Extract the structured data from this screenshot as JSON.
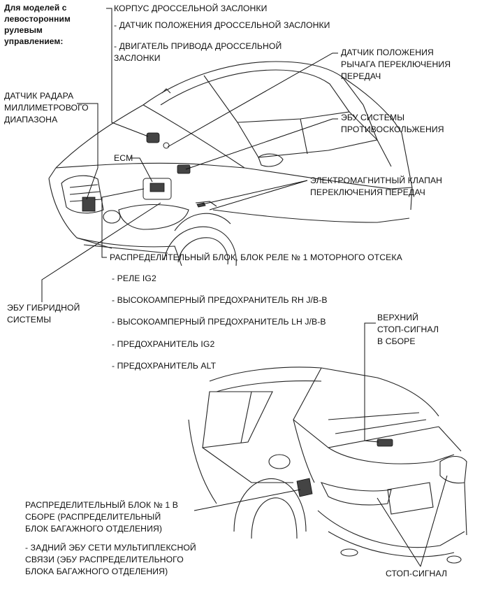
{
  "labels": {
    "note": "Для моделей с\nлевосторонним\nрулевым\nуправлением:",
    "throttle_body": "КОРПУС ДРОССЕЛЬНОЙ ЗАСЛОНКИ",
    "throttle_sensor": "- ДАТЧИК ПОЛОЖЕНИЯ ДРОССЕЛЬНОЙ ЗАСЛОНКИ",
    "throttle_motor": "- ДВИГАТЕЛЬ ПРИВОДА ДРОССЕЛЬНОЙ\nЗАСЛОНКИ",
    "shift_lever_sensor": "ДАТЧИК ПОЛОЖЕНИЯ\nРЫЧАГА ПЕРЕКЛЮЧЕНИЯ\nПЕРЕДАЧ",
    "radar_sensor": "ДАТЧИК РАДАРА\nМИЛЛИМЕТРОВОГО\nДИАПАЗОНА",
    "skid_ecu": "ЭБУ СИСТЕМЫ\nПРОТИВОСКОЛЬЖЕНИЯ",
    "ecm": "ECM",
    "shift_solenoid": "ЭЛЕКТРОМАГНИТНЫЙ КЛАПАН\nПЕРЕКЛЮЧЕНИЯ ПЕРЕДАЧ",
    "engine_relay_block": "РАСПРЕДЕЛИТЕЛЬНЫЙ БЛОК, БЛОК РЕЛЕ № 1 МОТОРНОГО ОТСЕКА",
    "relay_ig2": "- РЕЛЕ IG2",
    "fuse_rh": "- ВЫСОКОАМПЕРНЫЙ ПРЕДОХРАНИТЕЛЬ RH J/B-B",
    "fuse_lh": "- ВЫСОКОАМПЕРНЫЙ ПРЕДОХРАНИТЕЛЬ LH J/B-B",
    "fuse_ig2": "- ПРЕДОХРАНИТЕЛЬ IG2",
    "fuse_alt": "- ПРЕДОХРАНИТЕЛЬ ALT",
    "hybrid_ecu": "ЭБУ ГИБРИДНОЙ\nСИСТЕМЫ",
    "high_stop_lamp": "ВЕРХНИЙ\nСТОП-СИГНАЛ\nВ СБОРЕ",
    "luggage_jb": "РАСПРЕДЕЛИТЕЛЬНЫЙ БЛОК № 1 В\nСБОРЕ (РАСПРЕДЕЛИТЕЛЬНЫЙ\nБЛОК БАГАЖНОГО ОТДЕЛЕНИЯ)",
    "rear_ecu": "- ЗАДНИЙ ЭБУ СЕТИ МУЛЬТИПЛЕКСНОЙ\nСВЯЗИ (ЭБУ РАСПРЕДЕЛИТЕЛЬНОГО\nБЛОКА БАГАЖНОГО ОТДЕЛЕНИЯ)",
    "stop_lamp": "СТОП-СИГНАЛ"
  }
}
